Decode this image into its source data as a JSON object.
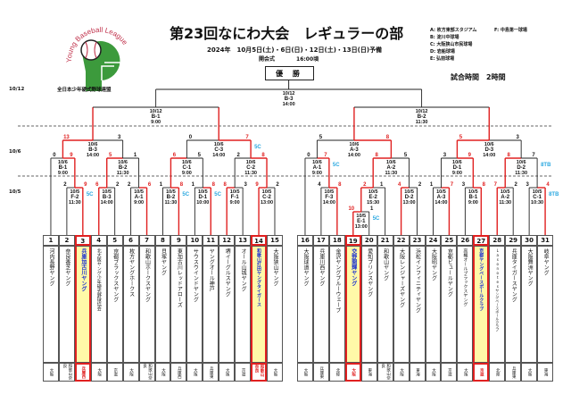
{
  "header": {
    "title": "第23回なにわ大会　レギュラーの部",
    "dates": "2024年　10月5日(土)・6日(日)・12日(土)・13日(日)予備",
    "opening_label": "開会式",
    "opening_time": "16:00頃",
    "champion_label": "優 勝",
    "game_time": "試合時間　2時間",
    "logo_text": "Young Baseball League",
    "logo_caption": "全日本少年硬式野球連盟"
  },
  "venues": [
    "A: 枚方東部スタジアム",
    "B: 淀川中球場",
    "C: 大阪狭山市民球場",
    "D: 岩船球場",
    "E: 弘前球場",
    "F: 中島第一球場"
  ],
  "round_labels": {
    "qf": "10/12",
    "r2": "10/6",
    "r1": "10/5"
  },
  "colors": {
    "win_line": "#e02020",
    "line": "#222222",
    "note": "#2aa8e0",
    "highlight": "#fff9a8",
    "win_text": "#1a2fd0"
  },
  "teams": [
    {
      "no": "1",
      "name": "河内長野ヤング",
      "region": "大阪"
    },
    {
      "no": "2",
      "name": "奈良香芝ヤング",
      "region": "和歌山奈良"
    },
    {
      "no": "3",
      "name": "兵庫加古川ヤング",
      "region": "兵庫西",
      "win": true
    },
    {
      "no": "4",
      "name": "北大阪ヤング少年硬式野球協会",
      "region": "大阪"
    },
    {
      "no": "5",
      "name": "京都ブラックスヤング",
      "region": "京滋"
    },
    {
      "no": "6",
      "name": "枚方ヤングホークス",
      "region": "大阪"
    },
    {
      "no": "7",
      "name": "和歌山ホークスヤング",
      "region": "和歌山奈良"
    },
    {
      "no": "8",
      "name": "貝塚ヤング",
      "region": "大阪"
    },
    {
      "no": "9",
      "name": "東加古川レッドアローズ",
      "region": "兵庫西"
    },
    {
      "no": "10",
      "name": "サウスウインドヤング",
      "region": "大阪"
    },
    {
      "no": "11",
      "name": "ヤングオール神戸",
      "region": "兵庫東"
    },
    {
      "no": "12",
      "name": "堺イーグルスヤング",
      "region": "大阪"
    },
    {
      "no": "13",
      "name": "オール山城ヤング",
      "region": "京滋"
    },
    {
      "no": "14",
      "name": "和歌山打田ヤングタイガース",
      "region": "和歌山奈良",
      "win": true
    },
    {
      "no": "15",
      "name": "大阪狭山ヤング",
      "region": "大阪"
    },
    {
      "no": "16",
      "name": "大阪球道ヤング",
      "region": "大阪"
    },
    {
      "no": "17",
      "name": "兵庫川西ヤング",
      "region": "兵庫東"
    },
    {
      "no": "18",
      "name": "金沢ヤングブルーウェーブ",
      "region": "北陸"
    },
    {
      "no": "19",
      "name": "交野開輝ヤング",
      "region": "大阪",
      "win": true
    },
    {
      "no": "20",
      "name": "愛知プリンスヤング",
      "region": "東海"
    },
    {
      "no": "21",
      "name": "和歌山ヤング",
      "region": "和歌山奈良"
    },
    {
      "no": "22",
      "name": "大阪レンジャーズヤング",
      "region": "大阪"
    },
    {
      "no": "23",
      "name": "浜松インフィニティヤング",
      "region": "東海"
    },
    {
      "no": "24",
      "name": "大阪昭ヤング",
      "region": "大阪"
    },
    {
      "no": "25",
      "name": "京都ビュールヤング",
      "region": "京滋"
    },
    {
      "no": "26",
      "name": "高槻オールブラックスヤング",
      "region": "大阪"
    },
    {
      "no": "27",
      "name": "京都ヤングベースボールクラブ",
      "region": "京滋",
      "win": true
    },
    {
      "no": "28",
      "name": "Lasonotesヤングベースボールクラブ",
      "region": "北陸"
    },
    {
      "no": "29",
      "name": "兵庫タイガースヤング",
      "region": "兵庫東"
    },
    {
      "no": "30",
      "name": "大阪舞洲ヤング",
      "region": "大阪"
    },
    {
      "no": "31",
      "name": "岐阜ヤング",
      "region": "東海"
    }
  ],
  "matches": {
    "l_f2": {
      "date": "10/5",
      "code": "F-2",
      "time": "11:30",
      "scores": [
        "2",
        "9"
      ],
      "winner": 1,
      "note": "5C"
    },
    "l_b3r1": {
      "date": "10/5",
      "code": "B-3",
      "time": "14:00",
      "scores": [
        "6",
        "2"
      ],
      "winner": 0
    },
    "l_a1r1": {
      "date": "10/5",
      "code": "A-1",
      "time": "9:00",
      "scores": [
        "2",
        "6"
      ],
      "winner": 1
    },
    "l_b2r1": {
      "date": "10/5",
      "code": "B-2",
      "time": "11:30",
      "scores": [
        "1",
        "8"
      ],
      "winner": 1,
      "note": "5C"
    },
    "l_d1r1": {
      "date": "10/5",
      "code": "D-1",
      "time": "10:00",
      "scores": [
        "1",
        "8"
      ],
      "winner": 1,
      "note": "5C"
    },
    "l_f1r1": {
      "date": "10/5",
      "code": "F-1",
      "time": "9:00",
      "scores": [
        "8",
        "3"
      ],
      "winner": 0
    },
    "l_c2r1": {
      "date": "10/5",
      "code": "C-2",
      "time": "13:00",
      "scores": [
        "9",
        "2"
      ],
      "winner": 0
    },
    "l_b1": {
      "date": "10/6",
      "code": "B-1",
      "time": "9:00",
      "scores": [
        "0",
        "9"
      ],
      "winner": 1
    },
    "l_b2": {
      "date": "10/6",
      "code": "B-2",
      "time": "11:30",
      "scores": [
        "5",
        "1"
      ],
      "winner": 0
    },
    "l_c1": {
      "date": "10/6",
      "code": "C-1",
      "time": "9:00",
      "scores": [
        "6",
        "5"
      ],
      "winner": 0
    },
    "l_c2": {
      "date": "10/6",
      "code": "C-2",
      "time": "11:30",
      "scores": [
        "2",
        "8"
      ],
      "winner": 1
    },
    "l_b3": {
      "date": "10/6",
      "code": "B-3",
      "time": "14:00",
      "scores": [
        "13",
        "3"
      ],
      "winner": 0
    },
    "l_c3": {
      "date": "10/6",
      "code": "C-3",
      "time": "14:00",
      "scores": [
        "0",
        "7"
      ],
      "winner": 1,
      "note": "5C"
    },
    "qf_l": {
      "date": "10/12",
      "code": "B-1",
      "time": "9:00"
    },
    "r_f3": {
      "date": "10/5",
      "code": "F-3",
      "time": "14:00",
      "scores": [
        "4",
        "8"
      ],
      "winner": 1
    },
    "r_e1": {
      "date": "10/5",
      "code": "E-1",
      "time": "13:00",
      "scores": [
        "10",
        "1"
      ],
      "winner": 0,
      "note": "5C"
    },
    "r_e2": {
      "date": "10/5",
      "code": "E-2",
      "time": "15:30",
      "scores": [
        "2",
        "1"
      ],
      "winner": 0
    },
    "r_d2r1": {
      "date": "10/5",
      "code": "D-2",
      "time": "13:00",
      "scores": [
        "4",
        "2"
      ],
      "winner": 0
    },
    "r_a3r1": {
      "date": "10/5",
      "code": "A-3",
      "time": "14:00",
      "scores": [
        "1",
        "7"
      ],
      "winner": 1
    },
    "r_b1r1": {
      "date": "10/5",
      "code": "B-1",
      "time": "9:00",
      "scores": [
        "3",
        "8"
      ],
      "winner": 1
    },
    "r_a2r1": {
      "date": "10/5",
      "code": "A-2",
      "time": "11:30",
      "scores": [
        "7",
        "2"
      ],
      "winner": 0
    },
    "r_c1r1": {
      "date": "10/5",
      "code": "C-1",
      "time": "10:30",
      "scores": [
        "3",
        "4"
      ],
      "winner": 1,
      "note": "8TB"
    },
    "r_a1": {
      "date": "10/6",
      "code": "A-1",
      "time": "9:00",
      "scores": [
        "0",
        "7"
      ],
      "winner": 1,
      "note": "5C"
    },
    "r_a2": {
      "date": "10/6",
      "code": "A-2",
      "time": "11:30",
      "scores": [
        "8",
        "5"
      ],
      "winner": 0
    },
    "r_d1": {
      "date": "10/6",
      "code": "D-1",
      "time": "9:00",
      "scores": [
        "3",
        "9"
      ],
      "winner": 1
    },
    "r_d2": {
      "date": "10/6",
      "code": "D-2",
      "time": "11:30",
      "scores": [
        "8",
        "7"
      ],
      "winner": 0,
      "note": "8TB"
    },
    "r_a3": {
      "date": "10/6",
      "code": "A-3",
      "time": "14:00",
      "scores": [
        "5",
        "8"
      ],
      "winner": 1
    },
    "r_d3": {
      "date": "10/6",
      "code": "D-3",
      "time": "14:00",
      "scores": [
        "5",
        "3"
      ],
      "winner": 0
    },
    "qf_r": {
      "date": "10/12",
      "code": "B-2",
      "time": "11:30"
    },
    "final": {
      "date": "10/12",
      "code": "B-3",
      "time": "14:00"
    }
  }
}
